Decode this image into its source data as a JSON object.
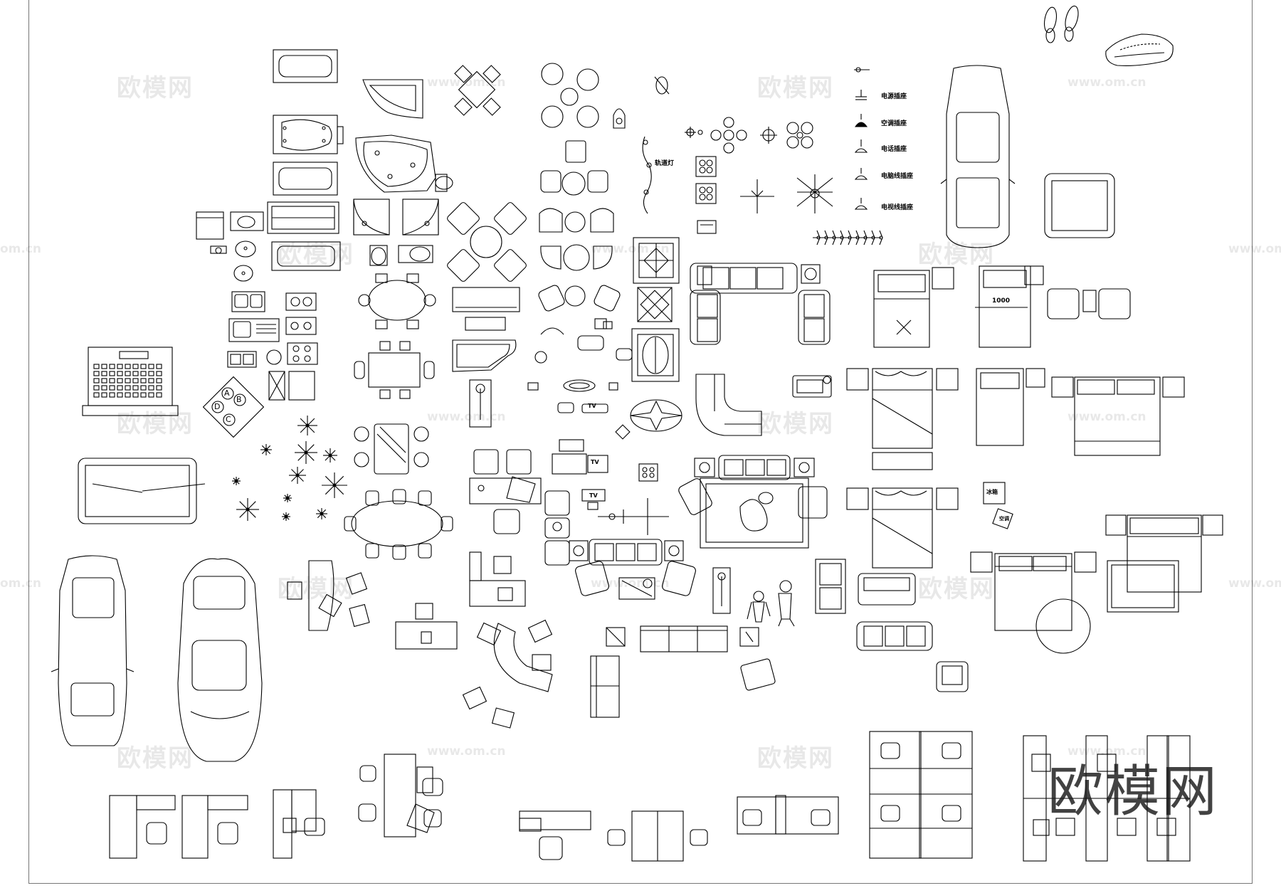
{
  "brand": {
    "logo_text": "欧模网"
  },
  "watermarks": {
    "cn": "欧模网",
    "url": "www.om.cn",
    "url_cut": "om.cn"
  },
  "symbol_labels": {
    "power_socket": "电源插座",
    "ac_socket": "空调插座",
    "phone_socket": "电话插座",
    "network_socket": "电脑线插座",
    "tv_socket": "电视线插座",
    "track_light": "轨道灯",
    "dimension_bed": "1000",
    "tv_tag_1": "TV",
    "tv_tag_2": "TV",
    "tv_tag_3": "TV",
    "fridge": "冰箱",
    "ac": "空调",
    "sign_letters": [
      "A",
      "B",
      "C",
      "D"
    ]
  },
  "colors": {
    "line": "#000000",
    "watermark": "#cfcfcf",
    "background": "#ffffff"
  }
}
